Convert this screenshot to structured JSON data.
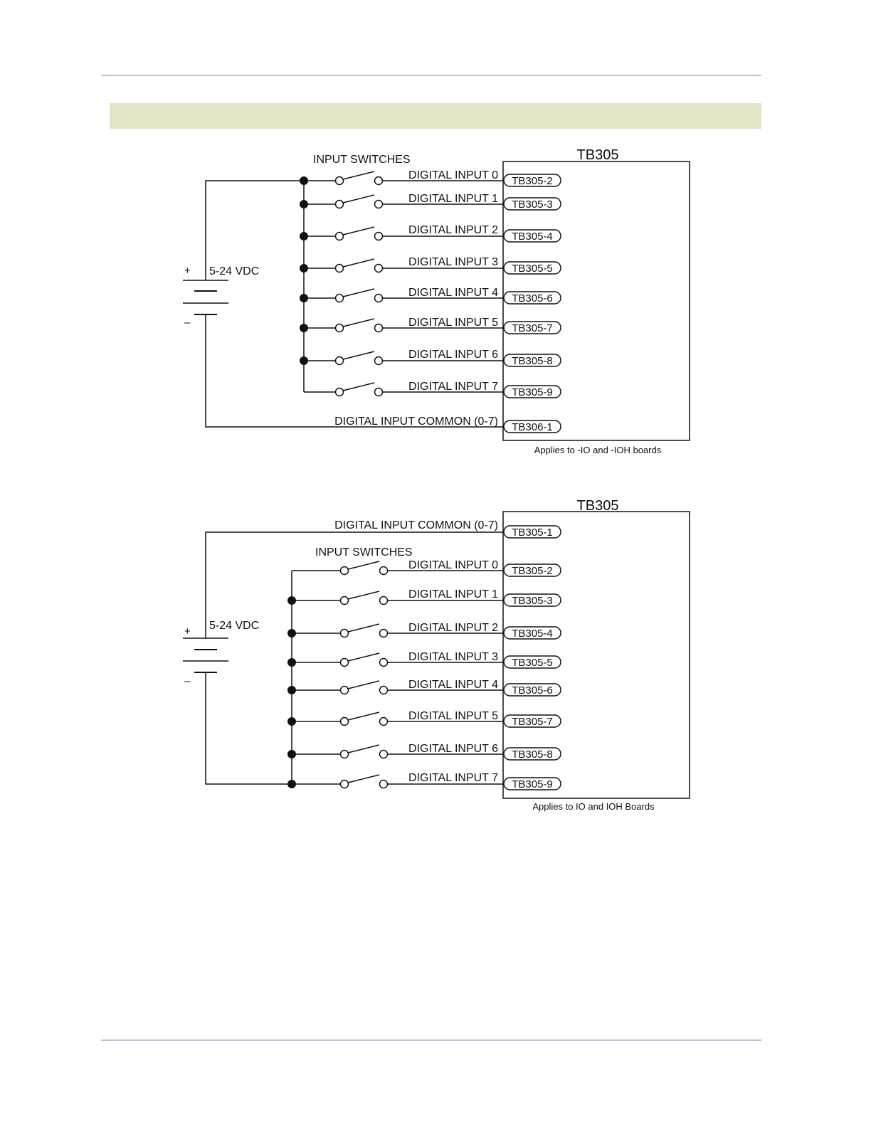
{
  "diagrams": [
    {
      "block_title": "TB305",
      "switches_label": "INPUT SWITCHES",
      "supply_label": "5-24 VDC",
      "plus": "+",
      "minus": "–",
      "common": {
        "label": "DIGITAL INPUT COMMON (0-7)",
        "terminal": "TB306-1"
      },
      "inputs": [
        {
          "label": "DIGITAL INPUT 0",
          "terminal": "TB305-2"
        },
        {
          "label": "DIGITAL INPUT 1",
          "terminal": "TB305-3"
        },
        {
          "label": "DIGITAL INPUT 2",
          "terminal": "TB305-4"
        },
        {
          "label": "DIGITAL INPUT 3",
          "terminal": "TB305-5"
        },
        {
          "label": "DIGITAL INPUT 4",
          "terminal": "TB305-6"
        },
        {
          "label": "DIGITAL INPUT 5",
          "terminal": "TB305-7"
        },
        {
          "label": "DIGITAL INPUT 6",
          "terminal": "TB305-8"
        },
        {
          "label": "DIGITAL INPUT 7",
          "terminal": "TB305-9"
        }
      ],
      "note": "Applies to -IO and -IOH boards"
    },
    {
      "block_title": "TB305",
      "switches_label": "INPUT SWITCHES",
      "supply_label": "5-24 VDC",
      "plus": "+",
      "minus": "–",
      "common": {
        "label": "DIGITAL INPUT COMMON (0-7)",
        "terminal": "TB305-1"
      },
      "inputs": [
        {
          "label": "DIGITAL INPUT 0",
          "terminal": "TB305-2"
        },
        {
          "label": "DIGITAL INPUT 1",
          "terminal": "TB305-3"
        },
        {
          "label": "DIGITAL INPUT 2",
          "terminal": "TB305-4"
        },
        {
          "label": "DIGITAL INPUT 3",
          "terminal": "TB305-5"
        },
        {
          "label": "DIGITAL INPUT 4",
          "terminal": "TB305-6"
        },
        {
          "label": "DIGITAL INPUT 5",
          "terminal": "TB305-7"
        },
        {
          "label": "DIGITAL INPUT 6",
          "terminal": "TB305-8"
        },
        {
          "label": "DIGITAL INPUT 7",
          "terminal": "TB305-9"
        }
      ],
      "note": "Applies to IO and IOH Boards"
    }
  ]
}
